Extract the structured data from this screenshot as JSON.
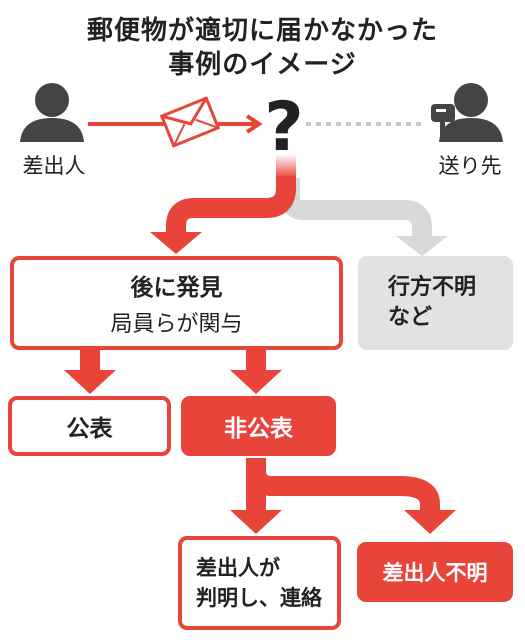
{
  "title": {
    "line1": "郵便物が適切に届かなかった",
    "line2": "事例のイメージ"
  },
  "question_mark": "?",
  "sender": {
    "label": "差出人"
  },
  "recipient": {
    "label": "送り先"
  },
  "boxes": {
    "discovered": {
      "title": "後に発見",
      "subtitle": "局員らが関与"
    },
    "missing": {
      "line1": "行方不明",
      "line2": "など"
    },
    "public": {
      "label": "公表"
    },
    "nonpublic": {
      "label": "非公表"
    },
    "contacted": {
      "line1": "差出人が",
      "line2": "判明し、連絡"
    },
    "unknown": {
      "label": "差出人不明"
    }
  },
  "colors": {
    "accent_red": "#e8443a",
    "grey": "#d9d9d9",
    "dark": "#222222"
  }
}
